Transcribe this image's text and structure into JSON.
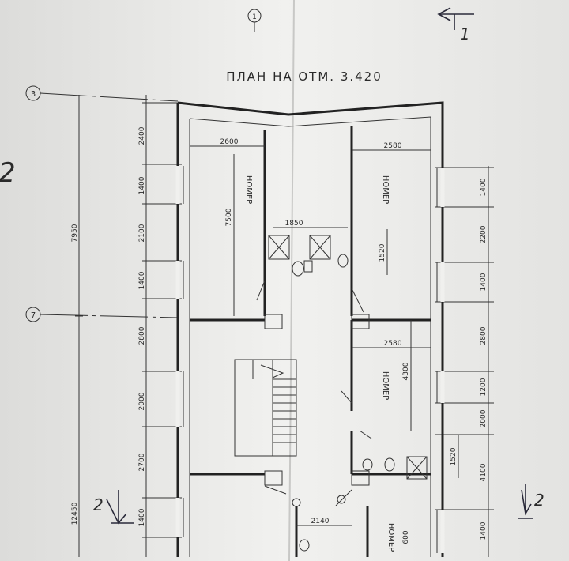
{
  "title": "ПЛАН НА ОТМ. 3.420",
  "axis_marks": [
    "3",
    "7"
  ],
  "top_axis_mark": "1",
  "section_marks": {
    "right_top": "1",
    "left": "2",
    "right": "2",
    "left_edge": "2"
  },
  "left_dims": [
    "2400",
    "1400",
    "2100",
    "1400",
    "2800",
    "2000",
    "2700",
    "1400"
  ],
  "left_overall_dims": [
    "7950",
    "12450"
  ],
  "right_dims": [
    "1400",
    "2200",
    "1400",
    "2800",
    "1200",
    "2000",
    "4100",
    "1400"
  ],
  "right_overall_dims": [
    "4300",
    "1520",
    "600",
    "1520"
  ],
  "room_widths": [
    "2600",
    "2580",
    "1850",
    "2580",
    "2140"
  ],
  "room_heights": [
    "7500",
    "1520"
  ],
  "room_label": "НОМЕР"
}
